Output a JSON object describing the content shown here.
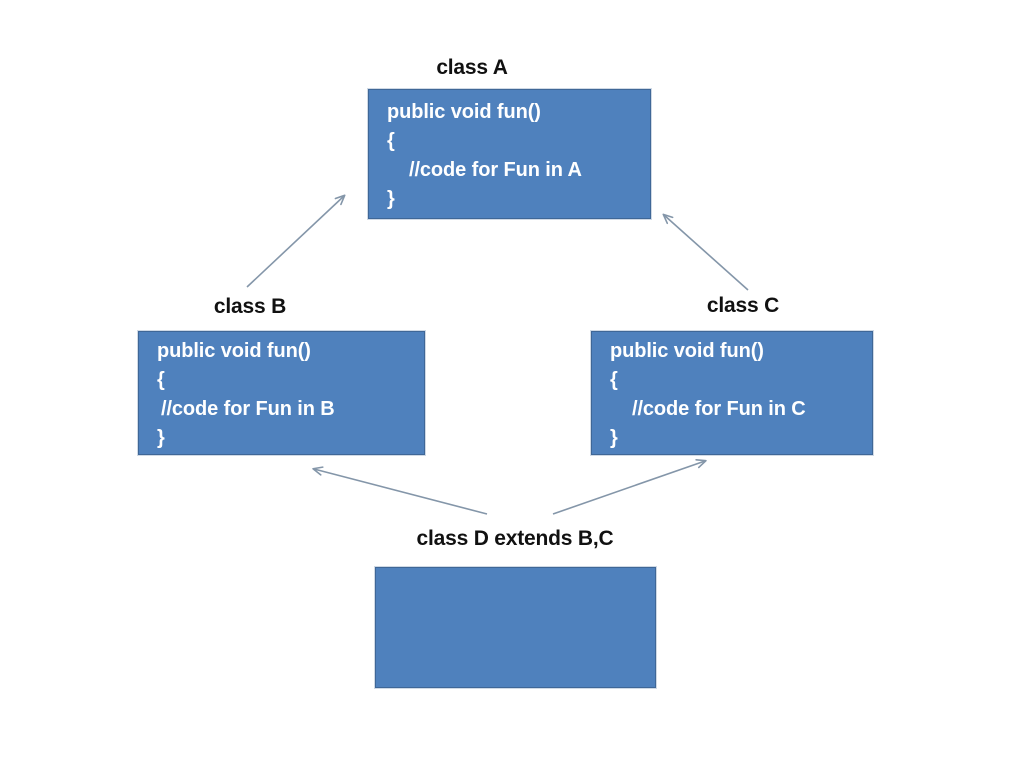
{
  "diagram": {
    "title_present": false,
    "background_color": "#ffffff",
    "box_fill_color": "#4F81BD",
    "box_border_color": "#3F6797",
    "box_text_color": "#FFFFFF",
    "label_text_color": "#111111",
    "arrow_color": "#8496A9"
  },
  "classes": [
    {
      "id": "A",
      "label": "class A",
      "code": [
        "public void fun()",
        "{",
        "//code for Fun in A",
        "}"
      ],
      "indent": [
        "none",
        "none",
        "full",
        "none"
      ]
    },
    {
      "id": "B",
      "label": "class B",
      "code": [
        "public void fun()",
        "{",
        "//code for Fun in B",
        "}"
      ],
      "indent": [
        "none",
        "none",
        "half",
        "none"
      ]
    },
    {
      "id": "C",
      "label": "class C",
      "code": [
        "public void fun()",
        "{",
        "//code for Fun in C",
        "}"
      ],
      "indent": [
        "none",
        "none",
        "full",
        "none"
      ]
    },
    {
      "id": "D",
      "label": "class D extends B,C",
      "code": [],
      "indent": []
    }
  ],
  "arrows": [
    {
      "name": "arrow-b-to-a",
      "from": "class B",
      "to": "class A"
    },
    {
      "name": "arrow-c-to-a",
      "from": "class C",
      "to": "class A"
    },
    {
      "name": "arrow-d-to-b",
      "from": "class D",
      "to": "class B"
    },
    {
      "name": "arrow-d-to-c",
      "from": "class D",
      "to": "class C"
    }
  ]
}
